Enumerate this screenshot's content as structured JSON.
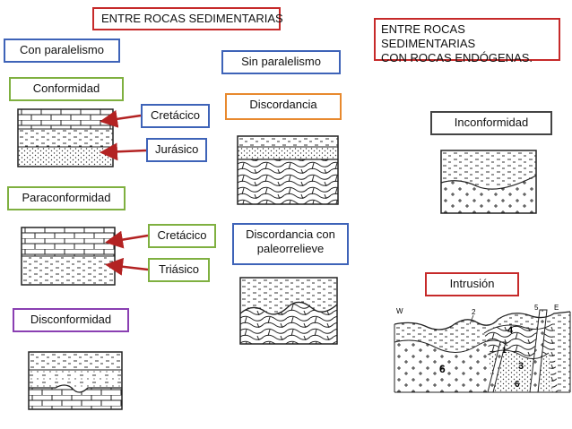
{
  "headers": {
    "sedimentarias": "ENTRE ROCAS SEDIMENTARIAS",
    "endogenas_line1": "ENTRE ROCAS SEDIMENTARIAS",
    "endogenas_line2": "CON ROCAS ENDÓGENAS."
  },
  "labels": {
    "con_paralelismo": "Con paralelismo",
    "sin_paralelismo": "Sin  paralelismo",
    "conformidad": "Conformidad",
    "discordancia": "Discordancia",
    "inconformidad": "Inconformidad",
    "cretacico_1": "Cretácico",
    "jurasico": "Jurásico",
    "paraconformidad": "Paraconformidad",
    "cretacico_2": "Cretácico",
    "triasico": "Triásico",
    "discordancia_paleo_1": "Discordancia con",
    "discordancia_paleo_2": "paleorrelieve",
    "intrusion": "Intrusión",
    "disconformidad": "Disconformidad"
  },
  "intrusion_figure": {
    "w": "W",
    "e": "E",
    "n2": "2",
    "n5": "5",
    "n4": "4",
    "n3": "3",
    "n6a": "6",
    "n6b": "6",
    "n1": "1"
  },
  "colors": {
    "red": "#c62a2a",
    "blue": "#3e63b8",
    "green": "#7fb040",
    "orange": "#e8892e",
    "purple": "#8a3fb2",
    "arrow": "#b32222"
  }
}
